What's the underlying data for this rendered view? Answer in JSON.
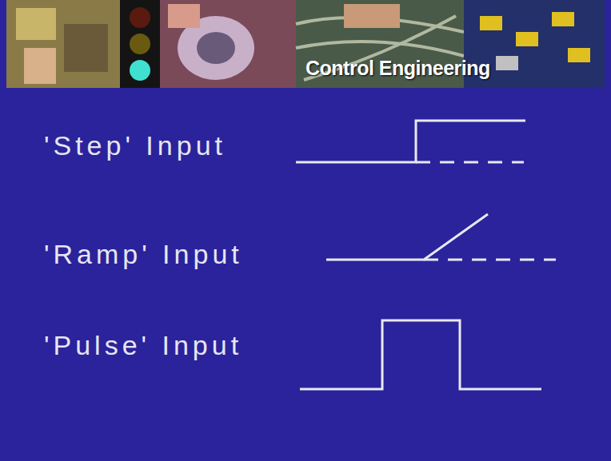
{
  "diagram": {
    "title": "Control Engineering",
    "labels": [
      "'Step' Input",
      "'Ramp' Input",
      "'Pulse' Input"
    ]
  }
}
